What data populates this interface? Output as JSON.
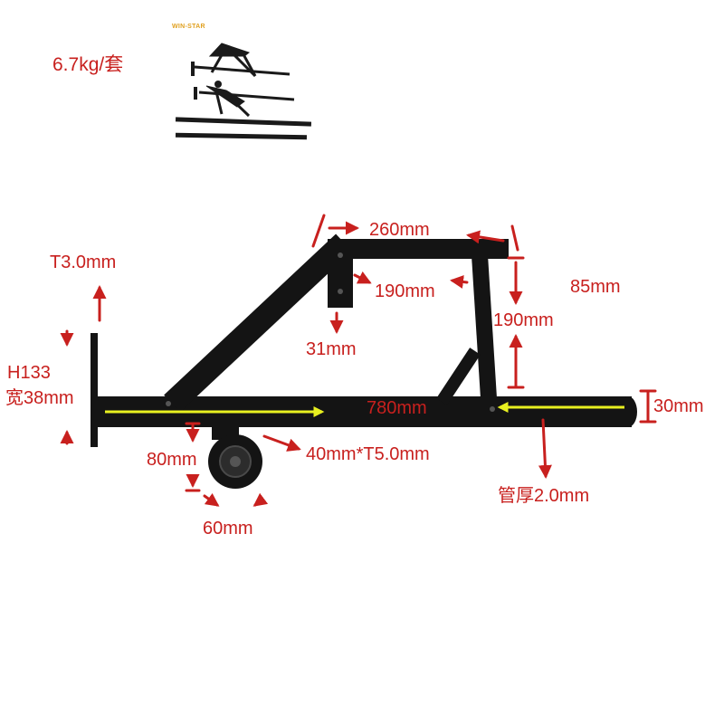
{
  "brand": "WIN-STAR",
  "weight": "6.7kg/套",
  "dims": {
    "top_width": "260mm",
    "side_height": "85mm",
    "inner_width": "190mm",
    "inner_height": "190mm",
    "plate_hole": "31mm",
    "plate_thickness": "T3.0mm",
    "plate_height": "H133",
    "plate_width": "宽38mm",
    "bar_length": "780mm",
    "tube_diameter": "30mm",
    "flat_bar": "40mm*T5.0mm",
    "pulley_height": "80mm",
    "pulley_width": "60mm",
    "tube_wall": "管厚2.0mm"
  },
  "colors": {
    "annotation": "#c8201e",
    "frame": "#141414",
    "measure_arrow": "#e8f020"
  }
}
